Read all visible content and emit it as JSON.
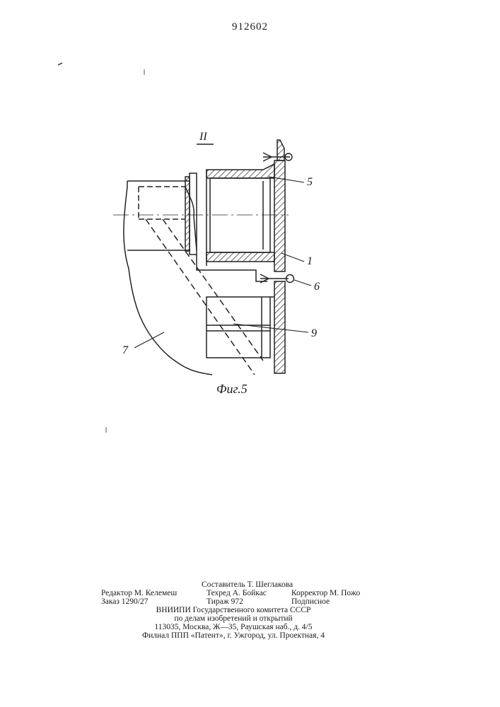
{
  "header": {
    "patent_number": "912602"
  },
  "figure": {
    "view_label": "II",
    "caption": "Фиг.5",
    "callouts": {
      "c5": "5",
      "c1": "1",
      "c6": "6",
      "c9": "9",
      "c7": "7"
    }
  },
  "imprint": {
    "compiler": "Составитель Т. Шеглакова",
    "editor": "Редактор М. Келемеш",
    "techred": "Техред А. Бойкас",
    "corrector": "Корректор М. Пожо",
    "order": "Заказ 1290/27",
    "circulation": "Тираж 972",
    "subscription": "Подписное",
    "org_line1": "ВНИИПИ Государственного комитета СССР",
    "org_line2": "по делам изобретений и открытий",
    "address": "113035, Москва, Ж—35, Раушская наб., д. 4/5",
    "branch": "Филиал ППП «Патент», г. Ужгород, ул. Проектная, 4"
  }
}
